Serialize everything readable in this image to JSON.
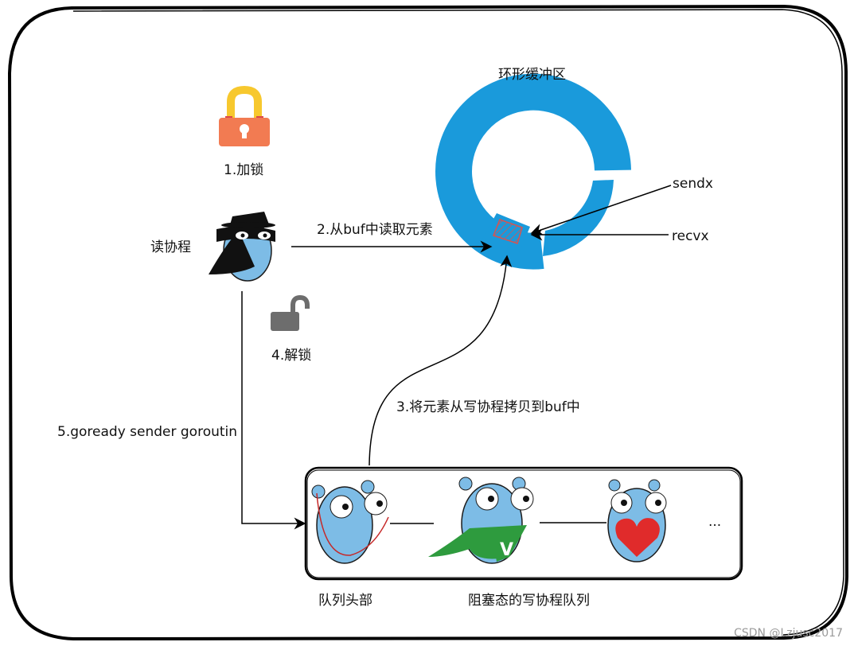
{
  "labels": {
    "ring_title": "环形缓冲区",
    "lock_caption": "1.加锁",
    "reader_caption": "读协程",
    "step2": "2.从buf中读取元素",
    "unlock_caption": "4.解锁",
    "step3": "3.将元素从写协程拷贝到buf中",
    "step5": "5.goready sender goroutin",
    "sendx": "sendx",
    "recvx": "recvx",
    "ellipsis": "...",
    "queue_head": "队列头部",
    "blocked_queue": "阻塞态的写协程队列"
  },
  "watermark": "CSDN @Lzjusc2017",
  "colors": {
    "ring": "#1A9ADB",
    "lock_body": "#F27B52",
    "lock_shackle": "#F7C82E",
    "unlock": "#6D6D6D",
    "gopher": "#7DBCE6",
    "heart": "#E02B2B",
    "cape": "#2E9B3E",
    "hatch": "#D9534F"
  },
  "icons": {
    "lock": "locked-padlock",
    "unlock": "unlocked-padlock",
    "reader": "masked-gopher",
    "writers": [
      "gopher-with-headphones",
      "gopher-with-cape",
      "gopher-with-heart"
    ]
  }
}
